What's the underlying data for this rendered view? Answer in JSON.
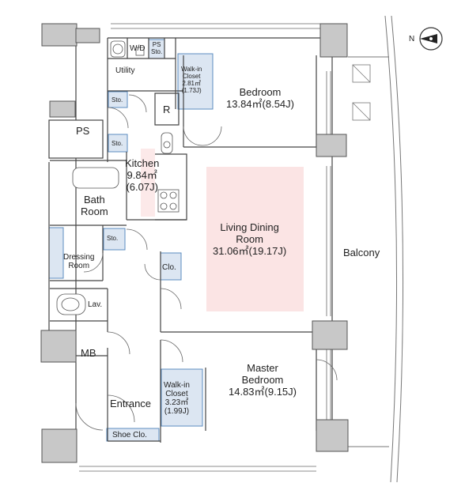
{
  "floor_plan": {
    "rooms": {
      "bedroom": {
        "name": "Bedroom",
        "area": "13.84㎡(8.54J)"
      },
      "walkin_closet_1": {
        "line1": "Walk-in",
        "line2": "Closet",
        "area": "2.81㎡",
        "area_j": "(1.73J)"
      },
      "utility": {
        "name": "Utility"
      },
      "wd": {
        "name": "W/D"
      },
      "ps_small": {
        "line1": "PS",
        "line2": "Sto."
      },
      "ps": {
        "name": "PS"
      },
      "sto_a": {
        "name": "Sto."
      },
      "sto_b": {
        "name": "Sto."
      },
      "sto_c": {
        "name": "Sto."
      },
      "refrigerator": {
        "name": "R"
      },
      "kitchen": {
        "name": "Kitchen",
        "area": "9.84㎡",
        "area_j": "(6.07J)"
      },
      "bath": {
        "line1": "Bath",
        "line2": "Room"
      },
      "living": {
        "line1": "Living Dining",
        "line2": "Room",
        "area": "31.06㎡(19.17J)"
      },
      "balcony": {
        "name": "Balcony"
      },
      "dressing": {
        "line1": "Dressing",
        "line2": "Room"
      },
      "clo": {
        "name": "Clo."
      },
      "lav": {
        "name": "Lav."
      },
      "mb": {
        "name": "MB"
      },
      "master": {
        "line1": "Master",
        "line2": "Bedroom",
        "area": "14.83㎡(9.15J)"
      },
      "walkin_closet_2": {
        "line1": "Walk-in",
        "line2": "Closet",
        "area": "3.23㎡",
        "area_j": "(1.99J)"
      },
      "entrance": {
        "name": "Entrance"
      },
      "shoe": {
        "name": "Shoe Clo."
      }
    },
    "compass": {
      "label": "N"
    },
    "colors": {
      "wall": "#c8c8c8",
      "wall_stroke": "#555555",
      "storage_fill": "#dce6f2",
      "storage_stroke": "#5b8cc0",
      "living_fill": "#fbe4e4",
      "kitchen_fill": "#fbe4e4"
    }
  }
}
